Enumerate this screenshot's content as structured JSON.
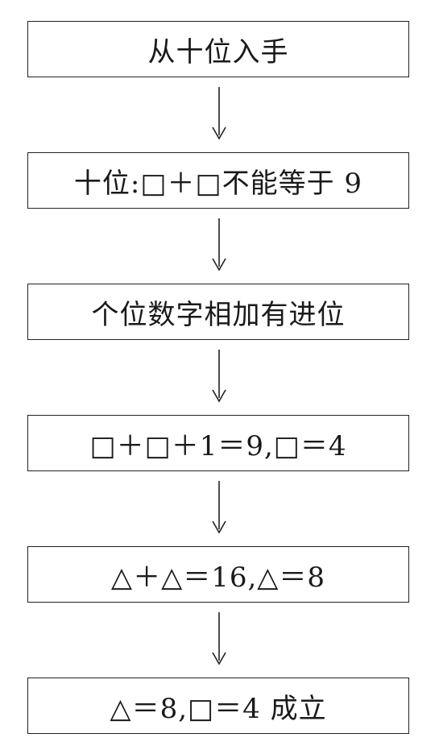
{
  "steps": [
    {
      "text": "从十位入手"
    },
    {
      "text": "十位:□＋□不能等于 9"
    },
    {
      "text": "个位数字相加有进位"
    },
    {
      "text": "□＋□＋1＝9,□＝4"
    },
    {
      "text": "△＋△＝16,△＝8"
    },
    {
      "text": "△＝8,□＝4 成立"
    }
  ],
  "colors": {
    "border": "#222222",
    "text": "#1a1a1a",
    "background": "#ffffff"
  }
}
